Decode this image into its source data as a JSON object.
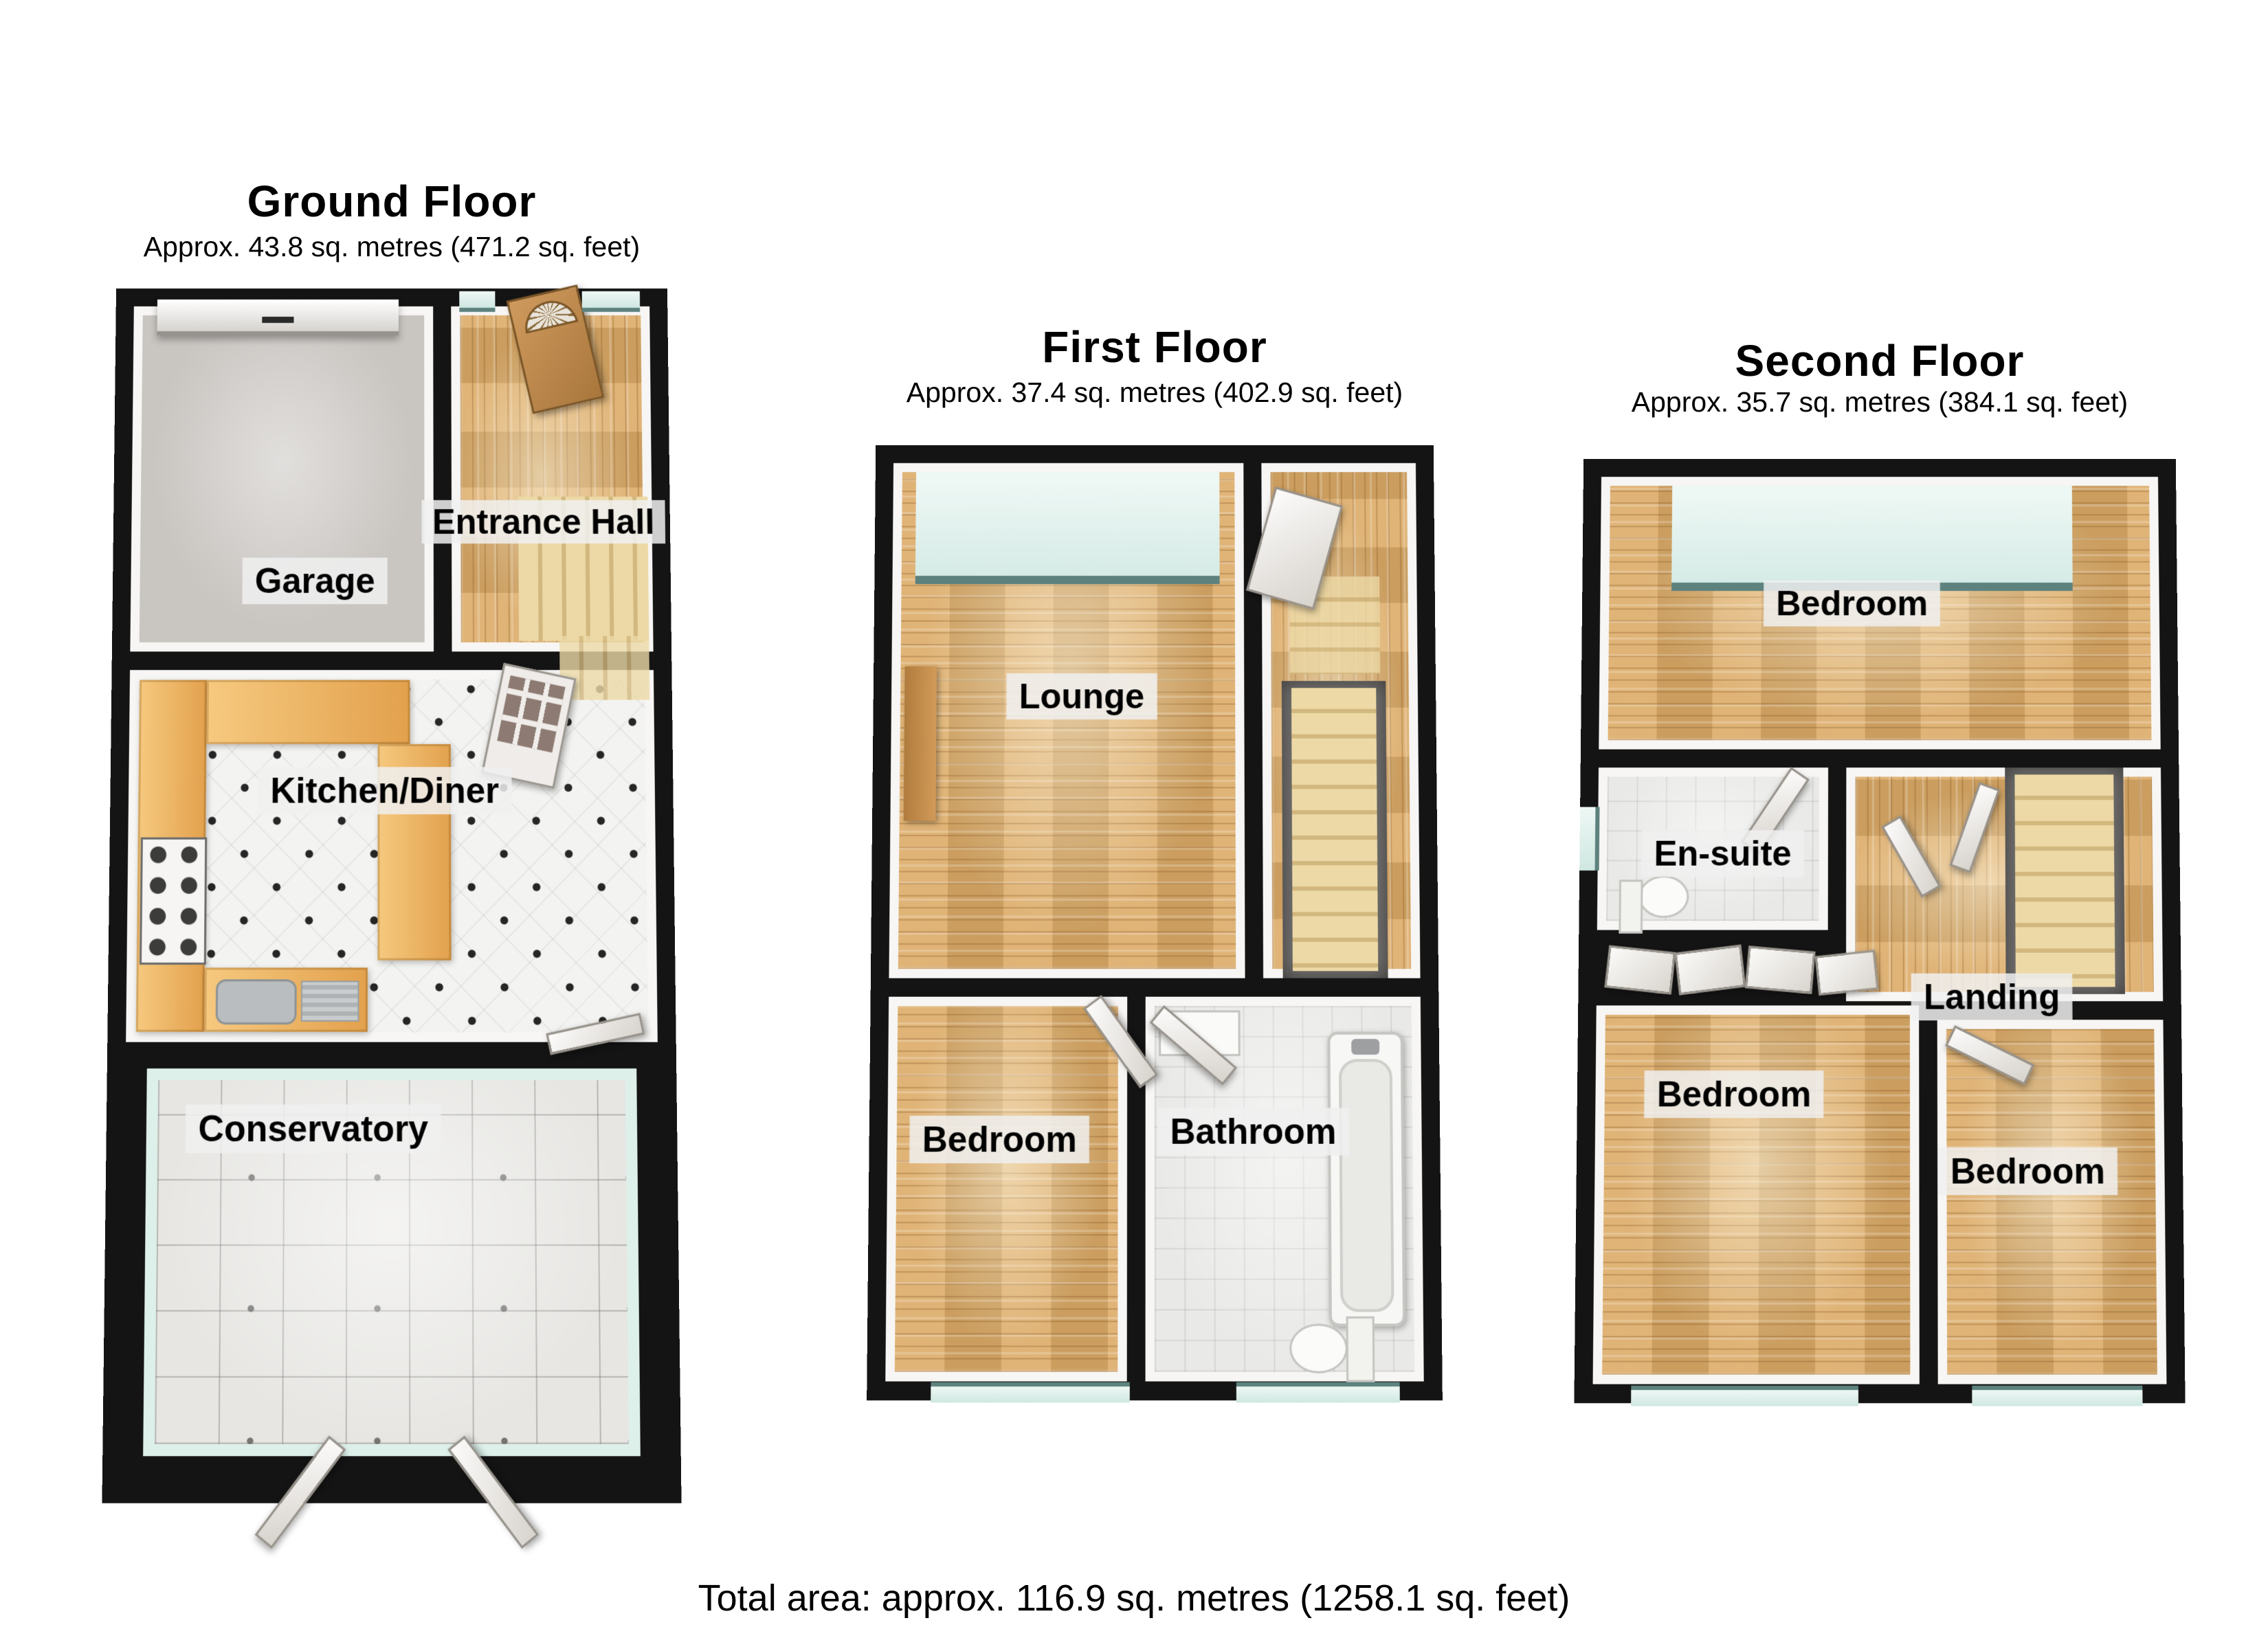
{
  "page": {
    "total_area": "Total area: approx. 116.9 sq. metres (1258.1 sq. feet)"
  },
  "floors": [
    {
      "id": "ground-floor",
      "title": "Ground Floor",
      "subtitle": "Approx. 43.8 sq. metres (471.2 sq. feet)",
      "rooms": [
        {
          "name": "Garage"
        },
        {
          "name": "Entrance Hall"
        },
        {
          "name": "Kitchen/Diner"
        },
        {
          "name": "Conservatory"
        }
      ]
    },
    {
      "id": "first-floor",
      "title": "First Floor",
      "subtitle": "Approx. 37.4 sq. metres (402.9 sq. feet)",
      "rooms": [
        {
          "name": "Lounge"
        },
        {
          "name": "Bedroom"
        },
        {
          "name": "Bathroom"
        }
      ]
    },
    {
      "id": "second-floor",
      "title": "Second Floor",
      "subtitle": "Approx. 35.7 sq. metres (384.1 sq. feet)",
      "rooms": [
        {
          "name": "Bedroom"
        },
        {
          "name": "En-suite"
        },
        {
          "name": "Landing"
        },
        {
          "name": "Bedroom"
        },
        {
          "name": "Bedroom"
        }
      ]
    }
  ],
  "colors": {
    "wall": "#141414",
    "wood": "#dcab68",
    "stair": "#ecd9a6",
    "stair_edge": "#d2b87e",
    "stairwell": "#757371",
    "garage_floor": "#c9c5c1",
    "counter": "#e2a14d",
    "counter_light": "#f6c97f",
    "glass": "#ddf0ea",
    "glass_edge": "#5d827e",
    "door_pane": "#8d7a72",
    "label_bg": "rgba(240,240,240,0.85)"
  }
}
